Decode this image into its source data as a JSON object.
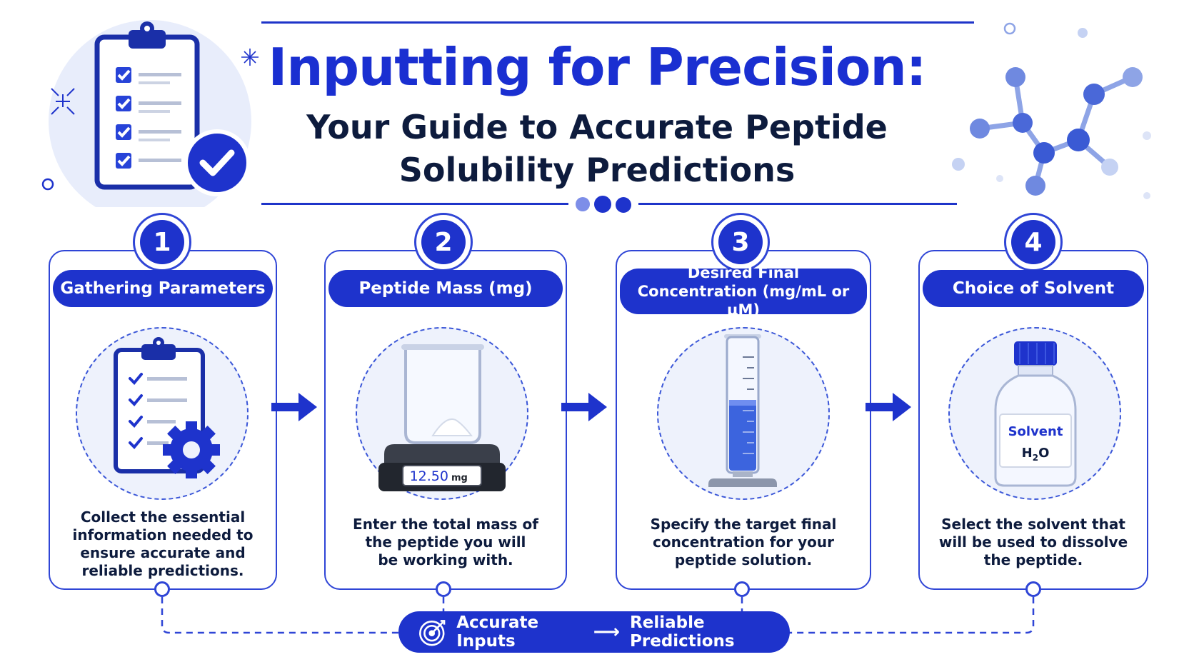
{
  "header": {
    "title": "Inputting for Precision:",
    "subtitle_line1": "Your Guide to Accurate Peptide",
    "subtitle_line2": "Solubility Predictions"
  },
  "steps": [
    {
      "number": "1",
      "title": "Gathering Parameters",
      "description": [
        "Collect the essential",
        "information needed to",
        "ensure accurate and",
        "reliable predictions."
      ],
      "icon": "clipboard-gear-icon"
    },
    {
      "number": "2",
      "title": "Peptide Mass (mg)",
      "description": [
        "Enter the total mass of",
        "the peptide you will",
        "be working with."
      ],
      "icon": "scale-beaker-icon",
      "scale_reading": "12.50",
      "scale_unit": "mg"
    },
    {
      "number": "3",
      "title_line1": "Desired Final",
      "title_line2": "Concentration (mg/mL or µM)",
      "description": [
        "Specify the target final",
        "concentration for your",
        "peptide solution."
      ],
      "icon": "graduated-cylinder-icon"
    },
    {
      "number": "4",
      "title": "Choice of Solvent",
      "description": [
        "Select the solvent that",
        "will be used to dissolve",
        "the peptide."
      ],
      "icon": "solvent-bottle-icon",
      "bottle_label": "Solvent",
      "bottle_formula": "H",
      "bottle_formula_sub": "2",
      "bottle_formula_end": "O"
    }
  ],
  "banner": {
    "left_text": "Accurate Inputs",
    "arrow": "⟶",
    "right_text": "Reliable Predictions",
    "icon": "target-icon"
  },
  "colors": {
    "primary": "#1e33cc",
    "title": "#1a2fd1",
    "dark_text": "#0d1b3d",
    "light_fill": "#eef2fc"
  }
}
